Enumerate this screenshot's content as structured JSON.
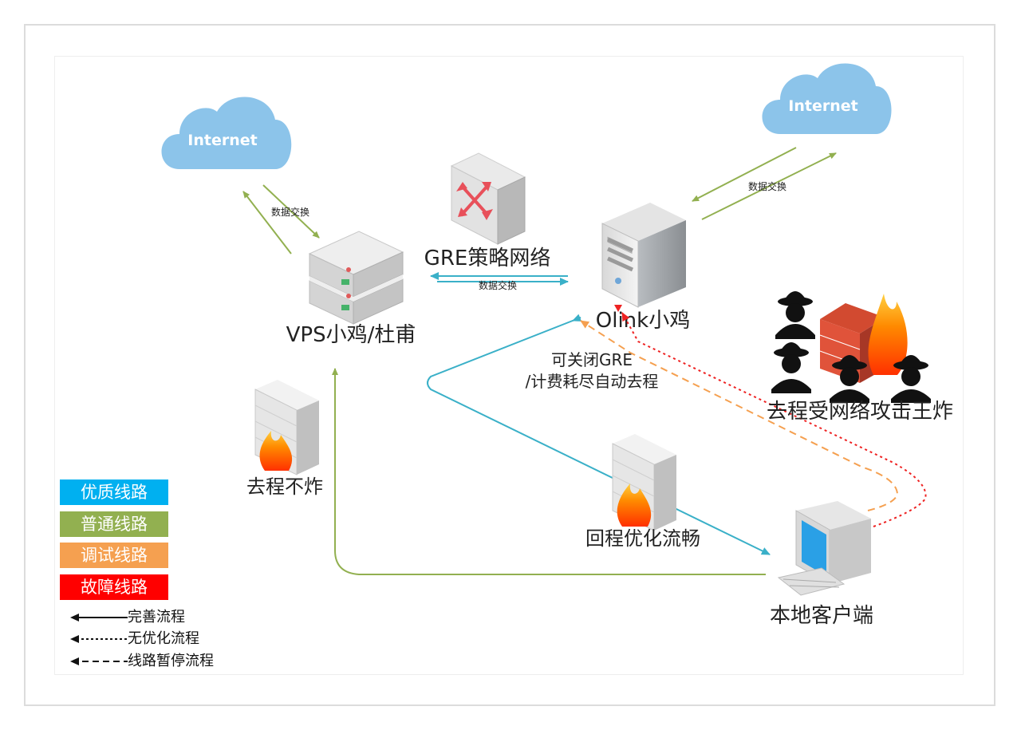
{
  "clouds": {
    "left": "Internet",
    "right": "Internet"
  },
  "nodes": {
    "vps": "VPS小鸡/杜甫",
    "gre": "GRE策略网络",
    "olink": "Olink小鸡",
    "client": "本地客户端",
    "attack": "去程受网络攻击王炸",
    "no_bomb": "去程不炸",
    "return_opt": "回程优化流畅"
  },
  "edges": {
    "exchange_left": "数据交换",
    "exchange_mid": "数据交换",
    "exchange_right": "数据交换",
    "gre_note_line1": "可关闭GRE",
    "gre_note_line2": "/计费耗尽自动去程"
  },
  "legend": {
    "items": [
      {
        "label": "优质线路",
        "color": "#00b0f0"
      },
      {
        "label": "普通线路",
        "color": "#92b050"
      },
      {
        "label": "调试线路",
        "color": "#f5a050"
      },
      {
        "label": "故障线路",
        "color": "#ff0000"
      }
    ],
    "flows": [
      {
        "label": "完善流程",
        "style": "solid"
      },
      {
        "label": "无优化流程",
        "style": "dotted"
      },
      {
        "label": "线路暂停流程",
        "style": "dashed"
      }
    ]
  },
  "colors": {
    "cloud": "#8cc4ea",
    "green_line": "#92b050",
    "blue_line": "#3ab0c8",
    "orange_line": "#f5a050",
    "red_line": "#ee2222"
  }
}
